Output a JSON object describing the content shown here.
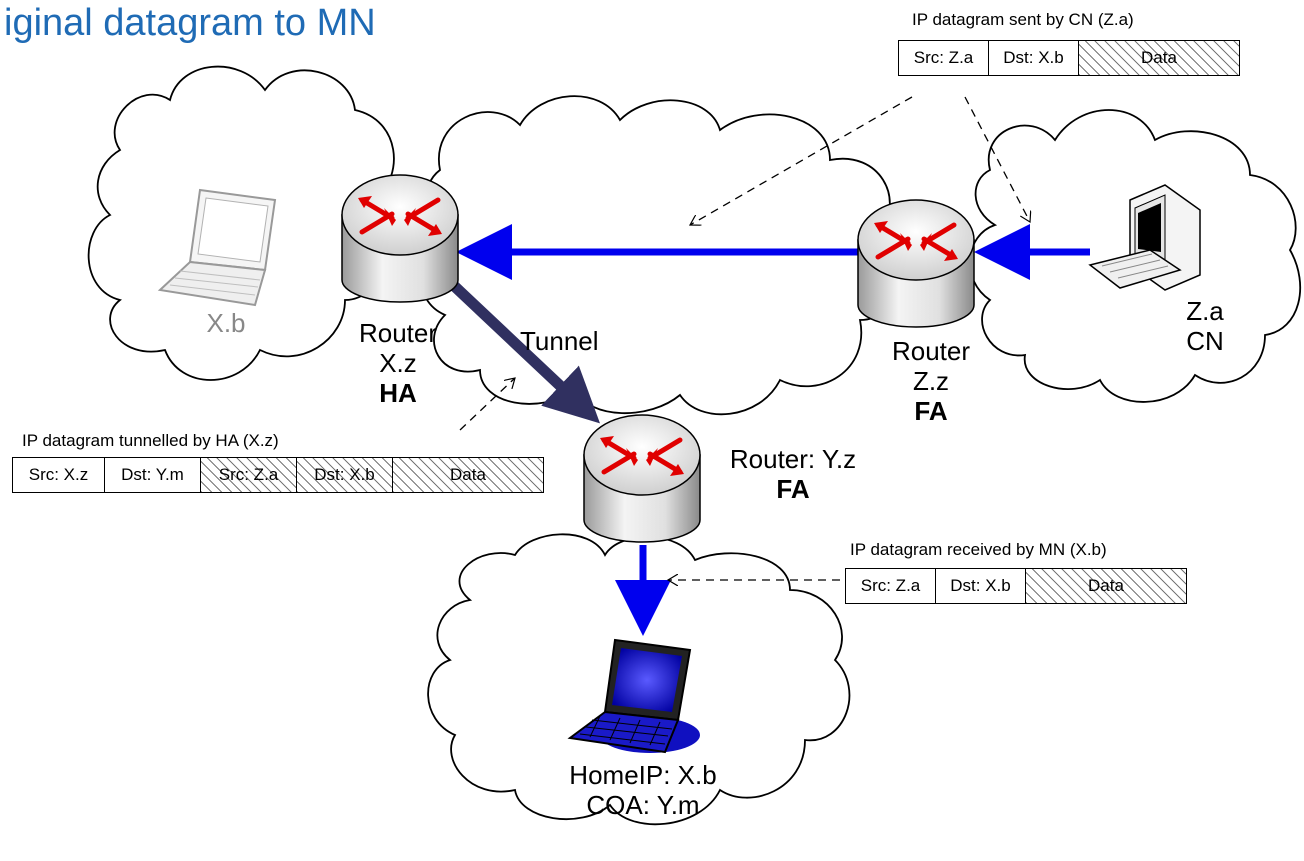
{
  "title": "iginal datagram to MN",
  "nodes": {
    "home_mn": {
      "address": "X.b"
    },
    "router_ha": {
      "line1": "Router",
      "line2": "X.z",
      "line3": "HA"
    },
    "router_cn": {
      "line1": "Router",
      "line2": "Z.z",
      "line3": "FA"
    },
    "router_fa": {
      "line1": "Router: Y.z",
      "line2": "FA"
    },
    "cn": {
      "line1": "Z.a",
      "line2": "CN"
    },
    "mobile": {
      "line1": "HomeIP: X.b",
      "line2": "COA: Y.m"
    }
  },
  "tunnel_label": "Tunnel",
  "packets": {
    "sent_by_cn": {
      "caption": "IP datagram sent by CN (Z.a)",
      "fields": [
        "Src: Z.a",
        "Dst: X.b",
        "Data"
      ]
    },
    "tunnelled": {
      "caption": "IP datagram tunnelled by HA (X.z)",
      "fields": [
        "Src: X.z",
        "Dst: Y.m",
        "Src: Z.a",
        "Dst: X.b",
        "Data"
      ]
    },
    "received": {
      "caption": "IP datagram received by MN (X.b)",
      "fields": [
        "Src: Z.a",
        "Dst: X.b",
        "Data"
      ]
    }
  },
  "colors": {
    "title": "#1f6bb5",
    "path_arrow": "#0000ee",
    "tunnel": "#303060",
    "router_arrow": "#e00000"
  }
}
